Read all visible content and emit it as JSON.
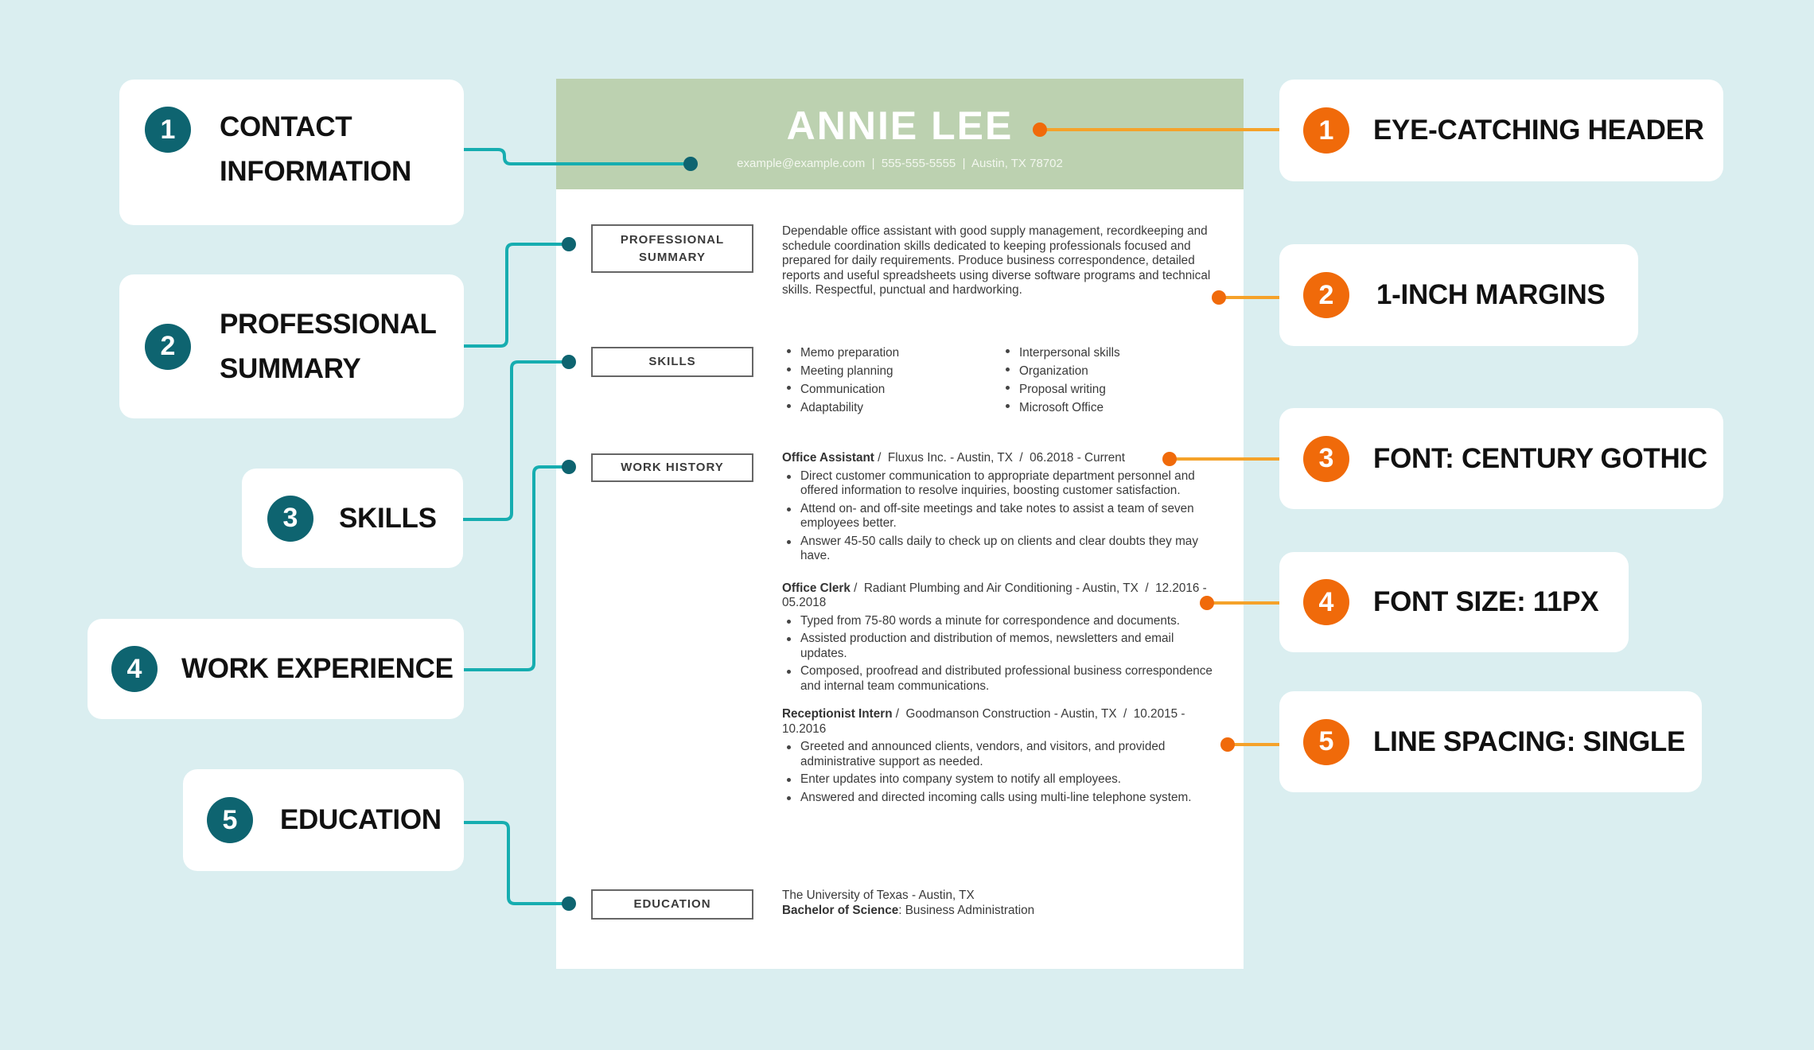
{
  "left_callouts": [
    {
      "num": "1",
      "label": "CONTACT\nINFORMATION"
    },
    {
      "num": "2",
      "label": "PROFESSIONAL\n SUMMARY"
    },
    {
      "num": "3",
      "label": "SKILLS"
    },
    {
      "num": "4",
      "label": "WORK EXPERIENCE"
    },
    {
      "num": "5",
      "label": "EDUCATION"
    }
  ],
  "right_callouts": [
    {
      "num": "1",
      "label": "EYE-CATCHING HEADER"
    },
    {
      "num": "2",
      "label": "1-INCH MARGINS"
    },
    {
      "num": "3",
      "label": "FONT: CENTURY GOTHIC"
    },
    {
      "num": "4",
      "label": "FONT SIZE: 11PX"
    },
    {
      "num": "5",
      "label": "LINE SPACING: SINGLE"
    }
  ],
  "colors": {
    "teal": "#0e6470",
    "teal_line": "#16adb0",
    "orange": "#f06a0a",
    "orange_line": "#f5a22a",
    "header": "#bcd1b0",
    "background": "#daeef0"
  },
  "resume": {
    "name": "ANNIE LEE",
    "contact": "example@example.com  |  555-555-5555  |  Austin, TX 78702",
    "sections": {
      "summary": "PROFESSIONAL SUMMARY",
      "skills": "SKILLS",
      "work": "WORK HISTORY",
      "education": "EDUCATION"
    },
    "summary": "Dependable office assistant with good supply management, recordkeeping and schedule coordination skills dedicated to keeping professionals focused and prepared for daily requirements. Produce business correspondence, detailed reports and useful spreadsheets using diverse software programs and technical skills. Respectful, punctual and hardworking.",
    "skills_left": [
      "Memo preparation",
      "Meeting planning",
      "Communication",
      "Adaptability"
    ],
    "skills_right": [
      "Interpersonal skills",
      "Organization",
      "Proposal writing",
      "Microsoft Office"
    ],
    "jobs": [
      {
        "title": "Office Assistant",
        "details": " /  Fluxus Inc. - Austin, TX  /  06.2018 - Current",
        "bullets": [
          "Direct customer communication to appropriate department personnel and offered information to resolve inquiries, boosting customer satisfaction.",
          "Attend on- and off-site meetings and take notes to assist a team of seven employees better.",
          "Answer 45-50 calls daily to check up on clients and clear doubts they may have."
        ]
      },
      {
        "title": "Office Clerk",
        "details": " /  Radiant Plumbing and Air Conditioning - Austin, TX  /  12.2016 - 05.2018",
        "bullets": [
          "Typed from 75-80 words a minute for correspondence and documents.",
          "Assisted production and distribution of memos, newsletters and email updates.",
          "Composed, proofread and distributed professional business correspondence and internal team communications."
        ]
      },
      {
        "title": "Receptionist Intern",
        "details": " /  Goodmanson Construction - Austin, TX  /  10.2015 - 10.2016",
        "bullets": [
          "Greeted and announced clients, vendors, and visitors, and provided administrative support as needed.",
          "Enter updates into company system to notify all employees.",
          "Answered and directed incoming calls using multi-line telephone system."
        ]
      }
    ],
    "education": {
      "school": "The University of Texas - Austin, TX",
      "degree": "Bachelor of Science",
      "field": ": Business Administration"
    }
  }
}
